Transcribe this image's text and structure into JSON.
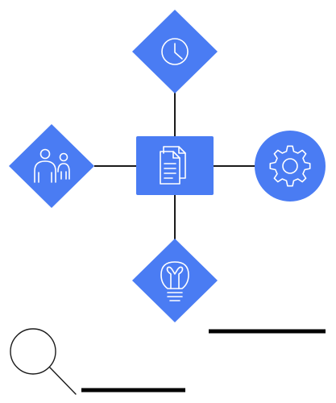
{
  "diagram": {
    "type": "hub-and-spoke",
    "colors": {
      "node_fill": "#4a7cf3",
      "icon": "#ffffff",
      "connector": "#1a1a1a",
      "rule": "#000000"
    },
    "center_node": {
      "shape": "rounded-square",
      "icon": "documents-icon"
    },
    "spoke_nodes": [
      {
        "side": "top",
        "shape": "diamond",
        "icon": "clock-icon"
      },
      {
        "side": "left",
        "shape": "diamond",
        "icon": "people-icon"
      },
      {
        "side": "right",
        "shape": "circle",
        "icon": "gear-icon"
      },
      {
        "side": "bottom",
        "shape": "diamond",
        "icon": "lightbulb-icon"
      }
    ]
  },
  "decorations": {
    "search_graphic": "magnifying-glass-icon",
    "text_rules": 2
  }
}
